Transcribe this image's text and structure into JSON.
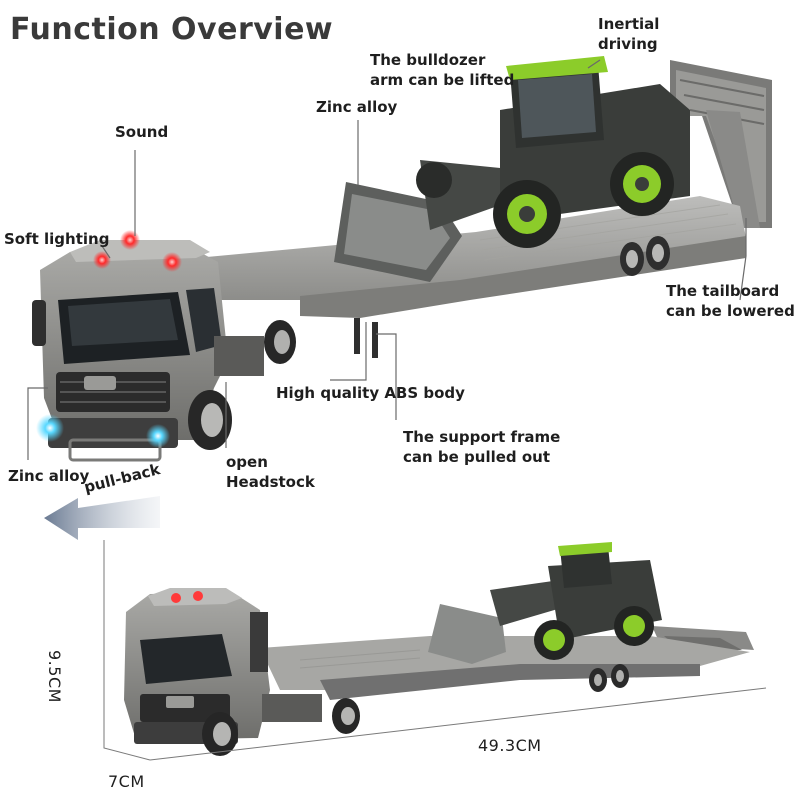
{
  "title": "Function Overview",
  "callouts": {
    "inertial_driving_1": "Inertial",
    "inertial_driving_2": "driving",
    "bulldozer_arm_1": "The bulldozer",
    "bulldozer_arm_2": "arm can be lifted",
    "zinc_alloy_top": "Zinc alloy",
    "sound": "Sound",
    "soft_lighting": "Soft lighting",
    "tailboard_1": "The tailboard",
    "tailboard_2": "can be lowered",
    "abs_body": "High quality ABS body",
    "support_frame_1": "The support frame",
    "support_frame_2": "can be pulled out",
    "open_headstock_1": "open",
    "open_headstock_2": "Headstock",
    "zinc_alloy_bottom": "Zinc alloy",
    "pull_back": "pull-back"
  },
  "dimensions": {
    "height": "9.5CM",
    "length": "49.3CM",
    "width": "7CM"
  },
  "colors": {
    "truck_body": "#8f8f8c",
    "truck_dark": "#4a4a48",
    "loader_green": "#8ccc2a",
    "loader_dark": "#3a3d3a",
    "arrow_blue": "#5e6e88",
    "light_red": "#ff2a2a",
    "light_blue": "#58d8ff"
  }
}
